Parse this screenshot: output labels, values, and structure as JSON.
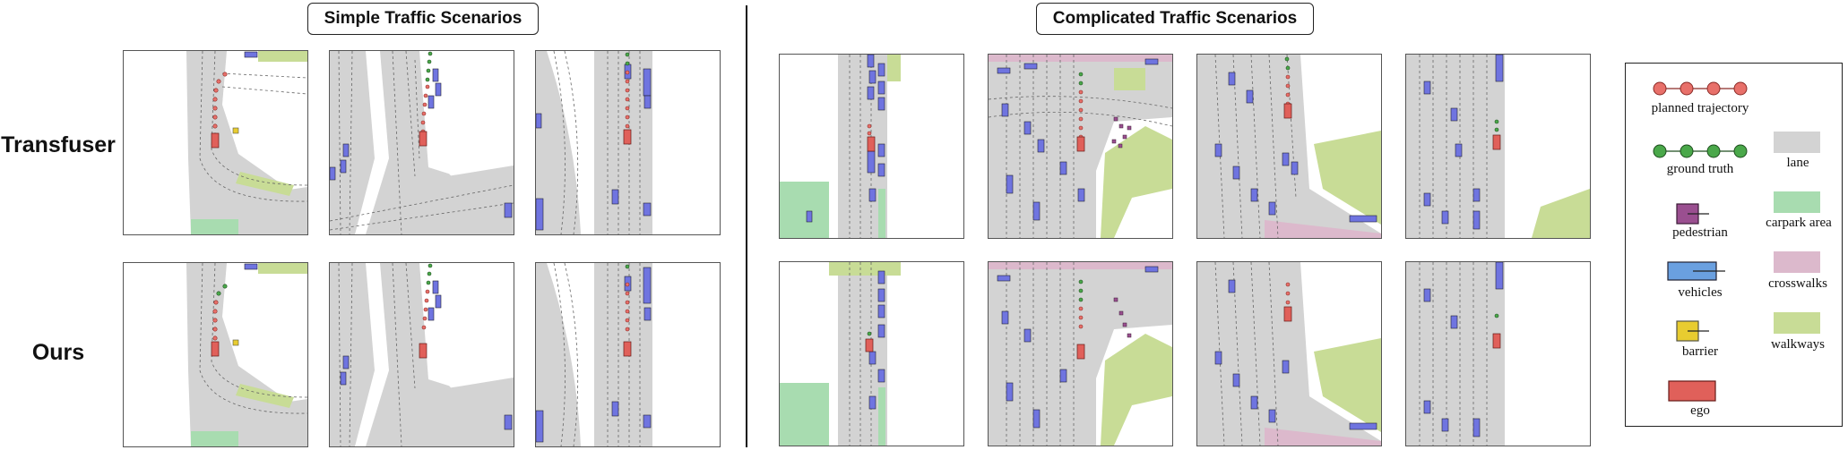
{
  "titles": {
    "simple": "Simple Traffic Scenarios",
    "complicated": "Complicated Traffic Scenarios"
  },
  "rows": {
    "top": "Transfuser",
    "bottom": "Ours"
  },
  "legend": {
    "planned_trajectory": "planned trajectory",
    "ground_truth": "ground truth",
    "pedestrian": "pedestrian",
    "vehicles": "vehicles",
    "barrier": "barrier",
    "ego": "ego",
    "lane": "lane",
    "carpark_area": "carpark area",
    "crosswalks": "crosswalks",
    "walkways": "walkways"
  },
  "colors": {
    "lane": "#d3d3d3",
    "carpark_area": "#a8dcb0",
    "crosswalks": "#dcb9cc",
    "walkways": "#c8dc96",
    "vehicles": "#6f74e0",
    "pedestrian": "#9a4f90",
    "barrier": "#e8cc30",
    "ego": "#e0605a",
    "planned_trajectory": "#e8706a",
    "ground_truth": "#4aa84a"
  }
}
